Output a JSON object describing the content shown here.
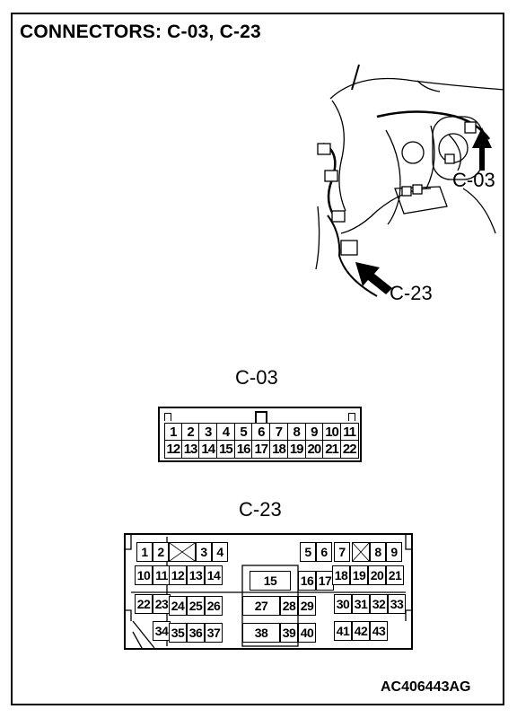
{
  "title": "CONNECTORS: C-03, C-23",
  "callouts": {
    "c03": "C-03",
    "c23": "C-23"
  },
  "connectors": {
    "c03": {
      "caption": "C-03",
      "rows": [
        [
          "1",
          "2",
          "3",
          "4",
          "5",
          "6",
          "7",
          "8",
          "9",
          "10",
          "11"
        ],
        [
          "12",
          "13",
          "14",
          "15",
          "16",
          "17",
          "18",
          "19",
          "20",
          "21",
          "22"
        ]
      ]
    },
    "c23": {
      "caption": "C-23",
      "pins": [
        "1",
        "2",
        "3",
        "4",
        "5",
        "6",
        "7",
        "8",
        "9",
        "10",
        "11",
        "12",
        "13",
        "14",
        "15",
        "16",
        "17",
        "18",
        "19",
        "20",
        "21",
        "22",
        "23",
        "24",
        "25",
        "26",
        "27",
        "28",
        "29",
        "30",
        "31",
        "32",
        "33",
        "34",
        "35",
        "36",
        "37",
        "38",
        "39",
        "40",
        "41",
        "42",
        "43"
      ]
    }
  },
  "figure_code": "AC406443AG"
}
